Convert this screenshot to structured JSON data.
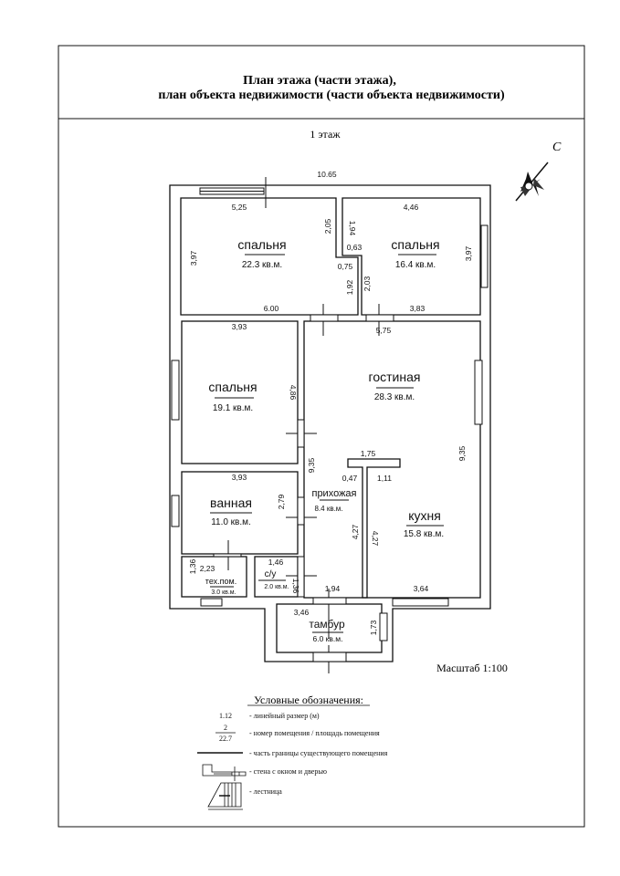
{
  "title": {
    "line1": "План этажа (части этажа),",
    "line2": "план объекта недвижимости (части объекта недвижимости)"
  },
  "floor_label": "1 этаж",
  "compass_label": "С",
  "scale": "Масштаб 1:100",
  "overall_width": "10.65",
  "rooms": {
    "bedroom1": {
      "name": "спальня",
      "area": "22.3 кв.м.",
      "dims": [
        "5,25",
        "3,97",
        "2,05",
        "0,75",
        "1,92",
        "6.00"
      ]
    },
    "bedroom2": {
      "name": "спальня",
      "area": "16.4 кв.м.",
      "dims": [
        "4,46",
        "1,94",
        "0,63",
        "2,03",
        "3,97",
        "3,83"
      ]
    },
    "bedroom3": {
      "name": "спальня",
      "area": "19.1 кв.м.",
      "dims": [
        "3,93",
        "4,86"
      ]
    },
    "living": {
      "name": "гостиная",
      "area": "28.3 кв.м.",
      "dims": [
        "5,75",
        "9,35",
        "9,35"
      ]
    },
    "hall": {
      "name": "прихожая",
      "area": "8.4 кв.м.",
      "dims": [
        "1,75",
        "0,47",
        "4,27",
        "1,94"
      ]
    },
    "kitchen": {
      "name": "кухня",
      "area": "15.8 кв.м.",
      "dims": [
        "1,11",
        "4,27",
        "3,64"
      ]
    },
    "bathroom": {
      "name": "ванная",
      "area": "11.0 кв.м.",
      "dims": [
        "3,93",
        "2,79"
      ]
    },
    "tech": {
      "name": "тех.пом.",
      "area": "3.0 кв.м.",
      "dims": [
        "2,23",
        "1,36"
      ]
    },
    "wc": {
      "name": "с/у",
      "area": "2.0 кв.м.",
      "dims": [
        "1,46",
        "1,36"
      ]
    },
    "vestibule": {
      "name": "тамбур",
      "area": "6.0 кв.м.",
      "dims": [
        "3,46",
        "1,73"
      ]
    }
  },
  "legend": {
    "title": "Условные обозначения:",
    "items": [
      {
        "symbol": "1.12",
        "text": "- линейный размер (м)"
      },
      {
        "symbol_top": "2",
        "symbol_bottom": "22.7",
        "text": "- номер помещения / площадь помещения"
      },
      {
        "text": "- часть границы существующего помещения"
      },
      {
        "text": "- стена с окном и  дверью"
      },
      {
        "text": "- лестница"
      }
    ]
  }
}
